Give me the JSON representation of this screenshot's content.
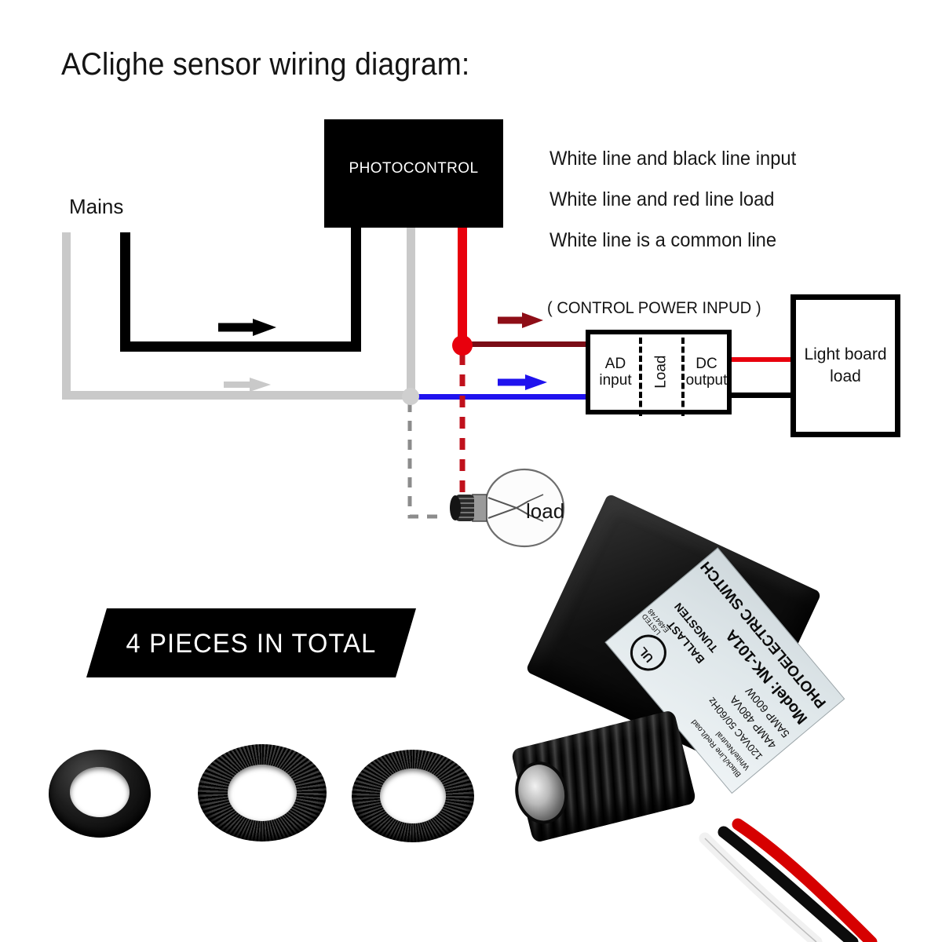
{
  "title": "AClighe sensor wiring diagram:",
  "notes": [
    "White line and black line input",
    "White line and red line load",
    "White line is a common line"
  ],
  "diagram": {
    "photocontrol_label": "PHOTOCONTROL",
    "mains_label": "Mains",
    "control_power_label": "( CONTROL POWER INPUD )",
    "module": {
      "ad_input": "AD\ninput",
      "ad_input_line1": "AD",
      "ad_input_line2": "input",
      "load": "Load",
      "dc_output_line1": "DC",
      "dc_output_line2": "output"
    },
    "light_board_line1": "Light board",
    "light_board_line2": "load",
    "bulb_label": "load"
  },
  "banner": {
    "text": "4 PIECES IN TOTAL"
  },
  "product": {
    "label_title": "PHOTOELECTRIC SWITCH",
    "model": "Model:  NK-101A",
    "spec_tungsten": "TUNGSTEN",
    "spec_ballast": "BALLAST",
    "spec_amp": "5AMP 600W",
    "spec_amp2": "4AMP  480VA",
    "spec_voltage": "120VAC  50/60Hz",
    "wire_note1": "White/Neutral",
    "wire_note2": "Black/Line         Red/Load",
    "ul_mark": "UL",
    "ul_listed": "LISTED\nE484748"
  },
  "colors": {
    "black_wire": "#000000",
    "white_wire": "#c9c9c9",
    "red_wire": "#e8000d",
    "dark_red_wire": "#7a0d16",
    "blue_wire": "#1f12ee",
    "background": "#ffffff"
  },
  "icons": {
    "bulb": "light-bulb-icon",
    "arrow_right": "arrow-right-icon",
    "junction": "junction-dot-icon"
  }
}
